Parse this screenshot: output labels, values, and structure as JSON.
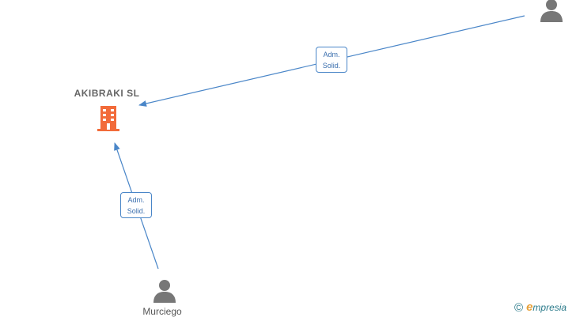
{
  "company": {
    "name": "AKIBRAKI  SL",
    "icon": "building-icon",
    "color": "#f26b3a"
  },
  "persons": [
    {
      "name": "",
      "icon": "person-icon"
    },
    {
      "name": "Murciego",
      "icon": "person-icon"
    }
  ],
  "edges": [
    {
      "line1": "Adm.",
      "line2": "Solid."
    },
    {
      "line1": "Adm.",
      "line2": "Solid."
    }
  ],
  "colors": {
    "edge": "#4a86c8",
    "person": "#777777"
  },
  "brand": {
    "copyright": "©",
    "initial": "e",
    "rest": "mpresia"
  }
}
